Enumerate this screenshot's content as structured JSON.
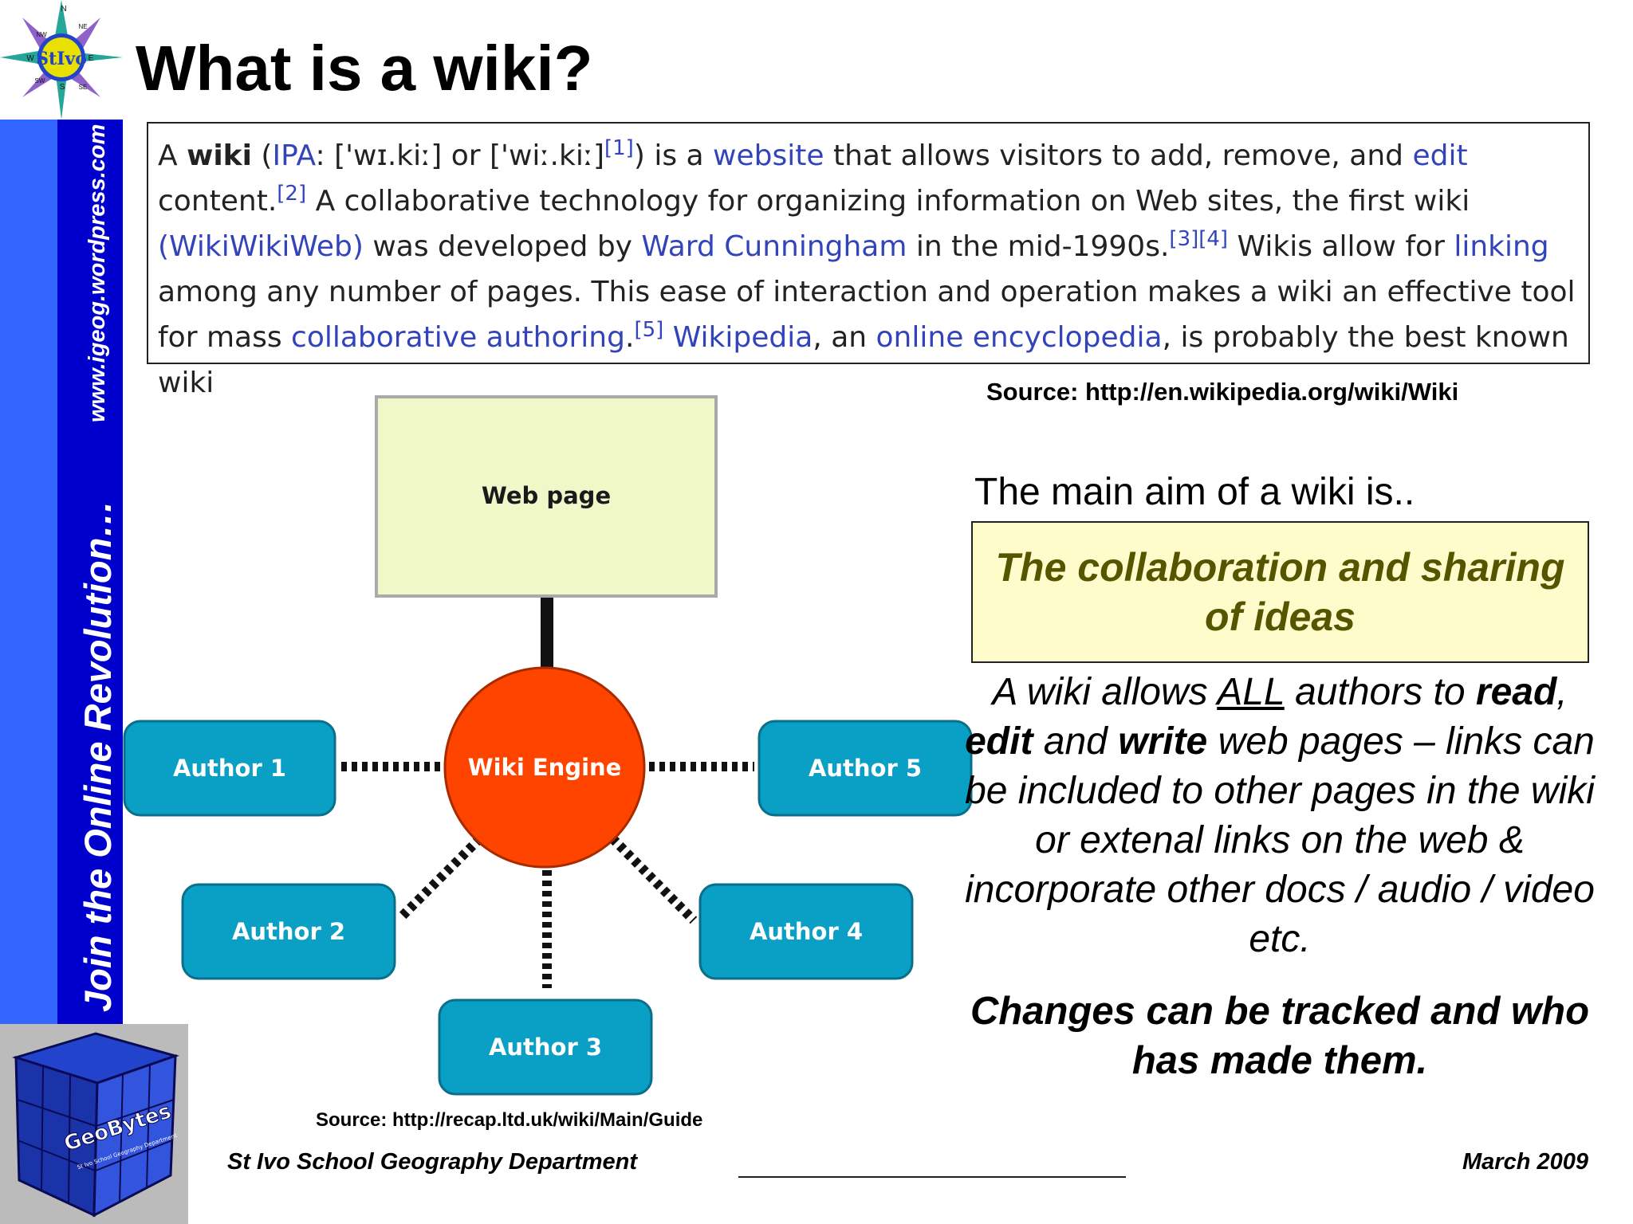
{
  "sidebar": {
    "url": "www.igeog.wordpress.com",
    "slogan": "Join the Online Revolution…",
    "compass_letters": [
      "N",
      "NE",
      "E",
      "SE",
      "S",
      "SW",
      "W",
      "NW"
    ],
    "compass_center": "StIvo",
    "cube_brand": "GeoBytes",
    "cube_sub": "St Ivo School Geography Department",
    "colors": {
      "outer": "#3366ff",
      "inner": "#0000cc"
    }
  },
  "title": "What is a wiki?",
  "quote": {
    "t1": "A ",
    "t2": "wiki",
    "t3": " (",
    "l1": "IPA",
    "t4": ": ['wɪ.kiː] or ['wiː.kiː]",
    "s1": "[1]",
    "t5": ") is a ",
    "l2": "website",
    "t6": " that allows visitors to add, remove, and ",
    "l3": "edit",
    "t7": " content.",
    "s2": "[2]",
    "t8": " A collaborative technology for organizing information on Web sites, the first wiki ",
    "l4": "(WikiWikiWeb)",
    "t9": " was developed by ",
    "l5": "Ward Cunningham",
    "t10": " in the mid-1990s.",
    "s3": "[3][4]",
    "t11": " Wikis allow for ",
    "l6": "linking",
    "t12": " among any number of pages. This ease of interaction and operation makes a wiki an effective tool for mass ",
    "l7": "collaborative authoring",
    "t13": ".",
    "s4": "[5]",
    "t14": " ",
    "l8": "Wikipedia",
    "t15": ", an ",
    "l9": "online encyclopedia",
    "t16": ", is probably the best known wiki"
  },
  "source_wiki": "Source: http://en.wikipedia.org/wiki/Wiki",
  "diagram": {
    "web_page": "Web page",
    "engine": "Wiki Engine",
    "authors": [
      "Author 1",
      "Author 2",
      "Author 3",
      "Author 4",
      "Author 5"
    ],
    "colors": {
      "engine": "#ff4400",
      "author": "#0a9fc4",
      "web_page": "#f0f7c8"
    }
  },
  "source_recap": "Source: http://recap.ltd.uk/wiki/Main/Guide",
  "aim": {
    "intro": "The main aim of a wiki is..",
    "box": "The collaboration and sharing of ideas"
  },
  "allows": {
    "p1": "A wiki allows ",
    "p2": "ALL",
    "p3": " authors to ",
    "p4": "read",
    "p5": ", ",
    "p6": "edit",
    "p7": " and ",
    "p8": "write",
    "p9": " web pages – links can be included to other pages in the wiki or extenal links on the web & incorporate other docs / audio / video etc."
  },
  "tracked": "Changes can be tracked and who has made them.",
  "footer": {
    "school": "St Ivo School Geography Department",
    "date": "March 2009"
  }
}
